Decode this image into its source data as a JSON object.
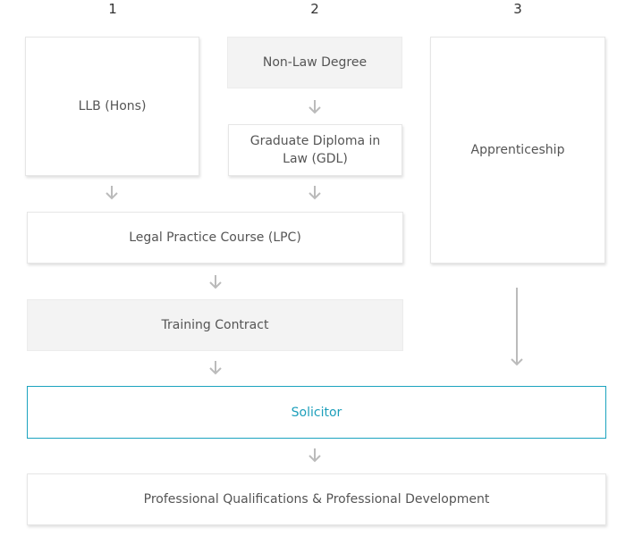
{
  "columns": [
    "1",
    "2",
    "3"
  ],
  "steps": {
    "llb": "LLB (Hons)",
    "non_law": "Non-Law Degree",
    "gdl": "Graduate Diploma in Law (GDL)",
    "apprenticeship": "Apprenticeship",
    "lpc": "Legal Practice Course (LPC)",
    "training": "Training Contract",
    "solicitor": "Solicitor",
    "professional": "Professional Qualifications & Professional Development"
  },
  "colors": {
    "accent": "#1ba3bf",
    "shaded_box": "#f3f3f3",
    "arrow": "#bbbbbb"
  }
}
